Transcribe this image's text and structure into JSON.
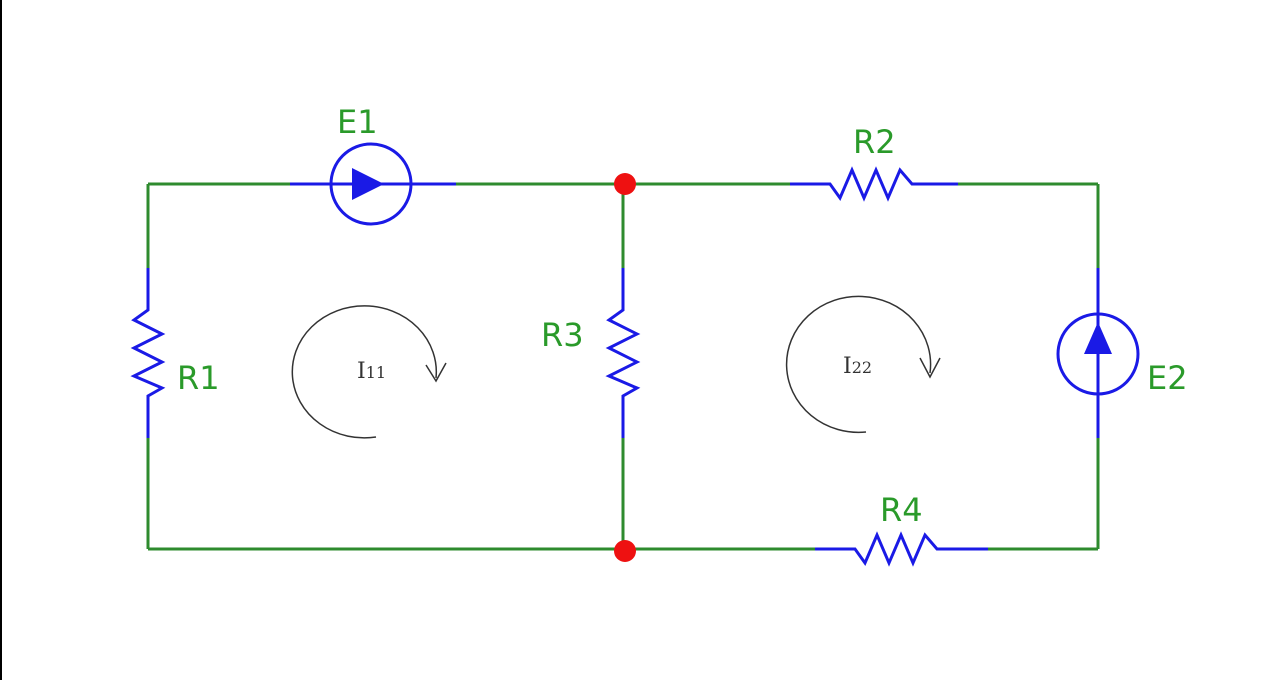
{
  "colors": {
    "wire": "#2e8b2e",
    "component": "#1a1ae6",
    "label": "#2a9a2a",
    "node": "#ee1111",
    "loop": "#333333"
  },
  "labels": {
    "e1": "E1",
    "e2": "E2",
    "r1": "R1",
    "r2": "R2",
    "r3": "R3",
    "r4": "R4"
  },
  "loops": {
    "i11": {
      "main": "I",
      "sub": "11"
    },
    "i22": {
      "main": "I",
      "sub": "22"
    }
  }
}
